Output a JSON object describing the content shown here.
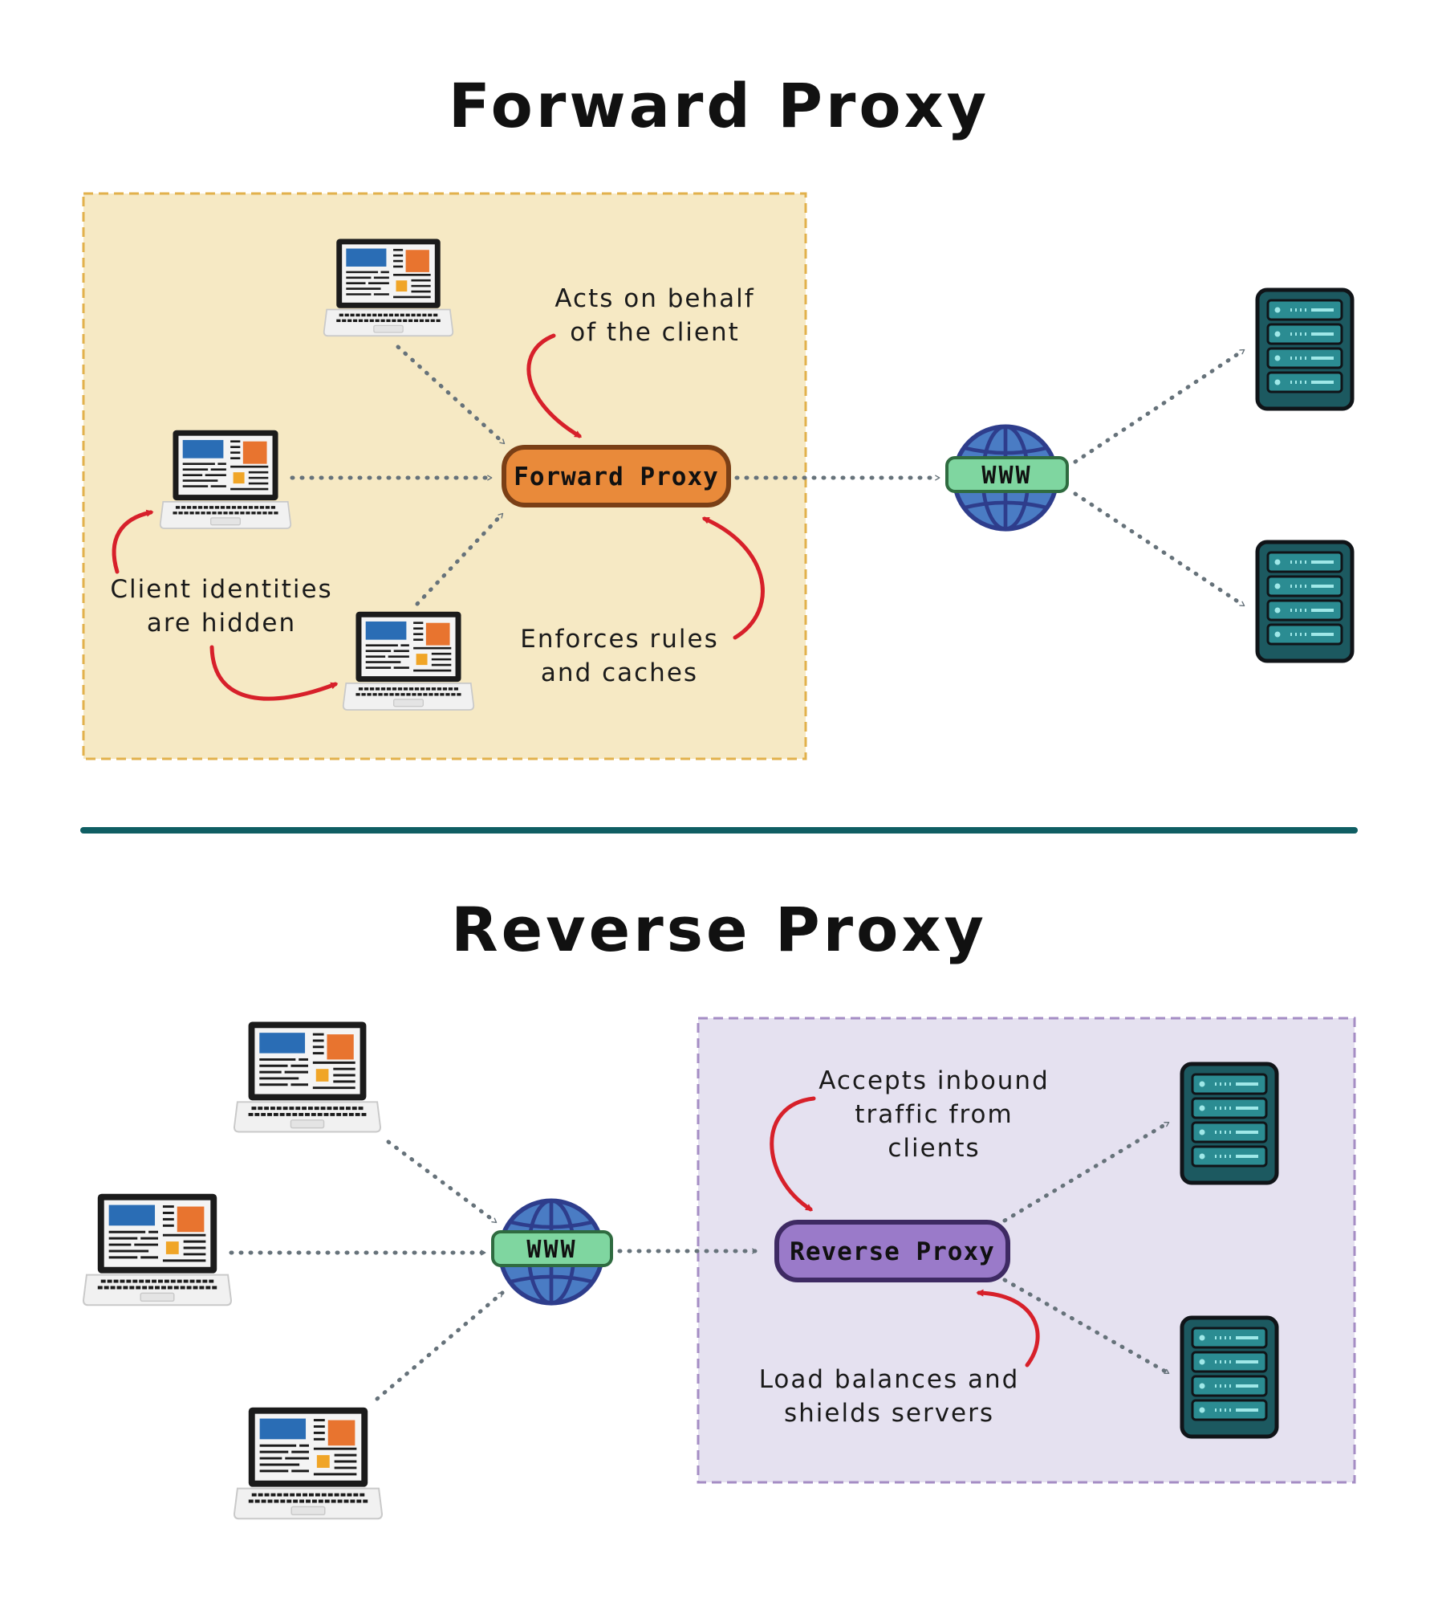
{
  "forward": {
    "title": "Forward Proxy",
    "proxy_label": "Forward Proxy",
    "internet_label": "WWW",
    "note_acts": [
      "Acts on behalf",
      "of the client"
    ],
    "note_identities": [
      "Client identities",
      "are hidden"
    ],
    "note_enforces": [
      "Enforces rules",
      "and caches"
    ]
  },
  "reverse": {
    "title": "Reverse Proxy",
    "proxy_label": "Reverse Proxy",
    "internet_label": "WWW",
    "note_accepts": [
      "Accepts inbound",
      "traffic from",
      "clients"
    ],
    "note_load": [
      "Load balances and",
      "shields servers"
    ]
  },
  "colors": {
    "forward_zone": "#f6e9c4",
    "forward_zone_border": "#e2b14c",
    "reverse_zone": "#e5e1f0",
    "reverse_zone_border": "#a58dc4",
    "forward_proxy": "#e98a3a",
    "reverse_proxy": "#9a7ac9",
    "divider": "#0f5e63",
    "server": "#1c5960",
    "globe": "#4a7cc4",
    "www_band": "#7fd6a0",
    "annotation_arrow": "#d7202a",
    "flow_arrow": "#66727a"
  },
  "icons": {
    "client": "laptop-icon",
    "server": "server-icon",
    "internet": "globe-icon"
  }
}
